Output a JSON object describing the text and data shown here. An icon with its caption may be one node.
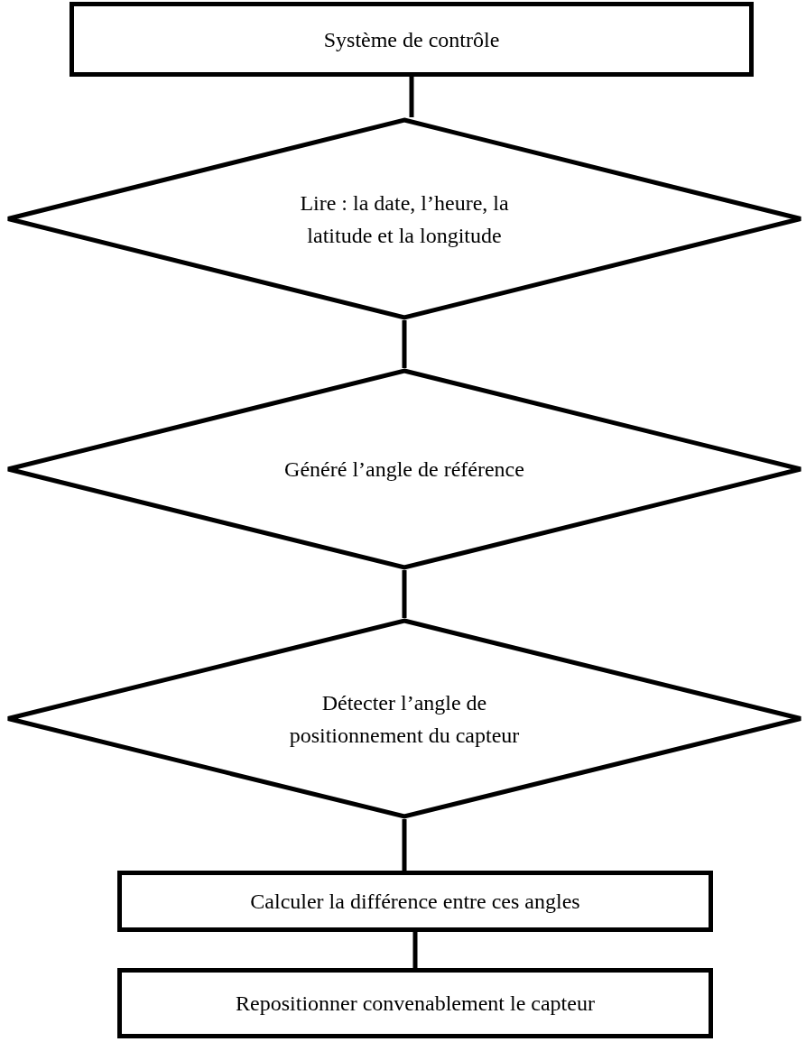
{
  "diagram": {
    "nodes": [
      {
        "text": [
          "Système de contrôle"
        ]
      },
      {
        "text": [
          "Lire : la date, l’heure, la latitude et la longitude"
        ]
      },
      {
        "text": [
          "Généré l’angle de référence"
        ]
      },
      {
        "text": [
          "Détecter l’angle de positionnement du capteur"
        ]
      },
      {
        "text": [
          "Calculer la différence entre ces angles"
        ]
      },
      {
        "text": [
          "Repositionner convenablement le capteur"
        ]
      }
    ],
    "edges": [
      {
        "from": 0,
        "to": 1,
        "arrow": "none"
      },
      {
        "from": 1,
        "to": 2,
        "arrow": "none"
      },
      {
        "from": 2,
        "to": 3,
        "arrow": "none"
      },
      {
        "from": 3,
        "to": 4,
        "arrow": "none"
      },
      {
        "from": 4,
        "to": 5,
        "arrow": "none"
      }
    ]
  }
}
